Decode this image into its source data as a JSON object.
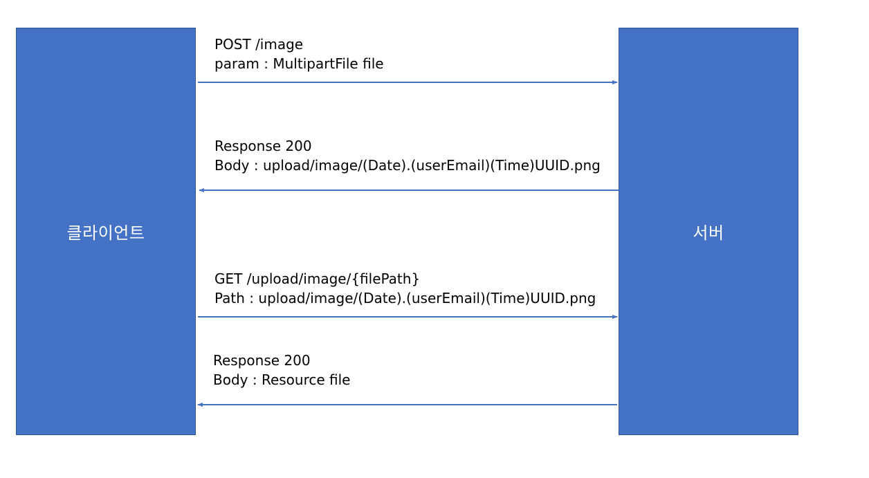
{
  "actors": {
    "client": "클라이언트",
    "server": "서버"
  },
  "messages": [
    {
      "line1": "POST /image",
      "line2": "param : MultipartFile file",
      "direction": "to-server"
    },
    {
      "line1": "Response 200",
      "line2": "Body : upload/image/(Date).(userEmail)(Time)UUID.png",
      "direction": "to-client"
    },
    {
      "line1": "GET /upload/image/{filePath}",
      "line2": "Path : upload/image/(Date).(userEmail)(Time)UUID.png",
      "direction": "to-server"
    },
    {
      "line1": "Response 200",
      "line2": "Body : Resource file",
      "direction": "to-client"
    }
  ],
  "colors": {
    "actor_fill": "#4472c4",
    "actor_border": "#2f5597",
    "arrow": "#4472c4",
    "text": "#000000"
  }
}
